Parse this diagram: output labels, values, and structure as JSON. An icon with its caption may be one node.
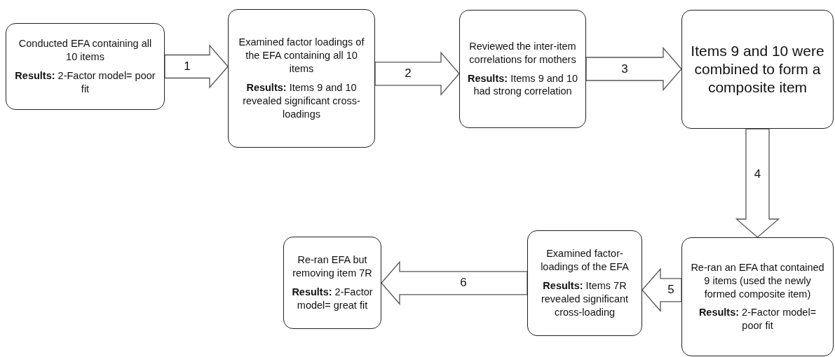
{
  "diagram": {
    "nodes": [
      {
        "text": [
          "Conducted EFA containing all 10 items",
          "**Results:** 2-Factor model= poor fit"
        ]
      },
      {
        "text": [
          "Examined factor loadings of the EFA containing all 10 items",
          "**Results:** Items 9 and 10 revealed significant cross-loadings"
        ]
      },
      {
        "text": [
          "Reviewed the inter-item correlations for mothers",
          "**Results:** Items 9 and 10 had strong correlation"
        ]
      },
      {
        "text": [
          "Items 9 and 10 were combined to form a composite item"
        ]
      },
      {
        "text": [
          "Re-ran an EFA that contained 9 items (used the newly formed composite item)",
          "**Results:** 2-Factor model= poor fit"
        ]
      },
      {
        "text": [
          "Examined factor-loadings of the EFA",
          "**Results:** Items 7R revealed significant cross-loading"
        ]
      },
      {
        "text": [
          "Re-ran EFA but removing item 7R",
          "**Results:** 2-Factor model=  great fit"
        ]
      }
    ],
    "edges": [
      {
        "from": 0,
        "to": 1,
        "arrow": "to",
        "label": "1"
      },
      {
        "from": 1,
        "to": 2,
        "arrow": "to",
        "label": "2"
      },
      {
        "from": 2,
        "to": 3,
        "arrow": "to",
        "label": "3"
      },
      {
        "from": 3,
        "to": 4,
        "arrow": "to",
        "label": "4"
      },
      {
        "from": 4,
        "to": 5,
        "arrow": "to",
        "label": "5"
      },
      {
        "from": 5,
        "to": 6,
        "arrow": "to",
        "label": "6"
      }
    ]
  }
}
